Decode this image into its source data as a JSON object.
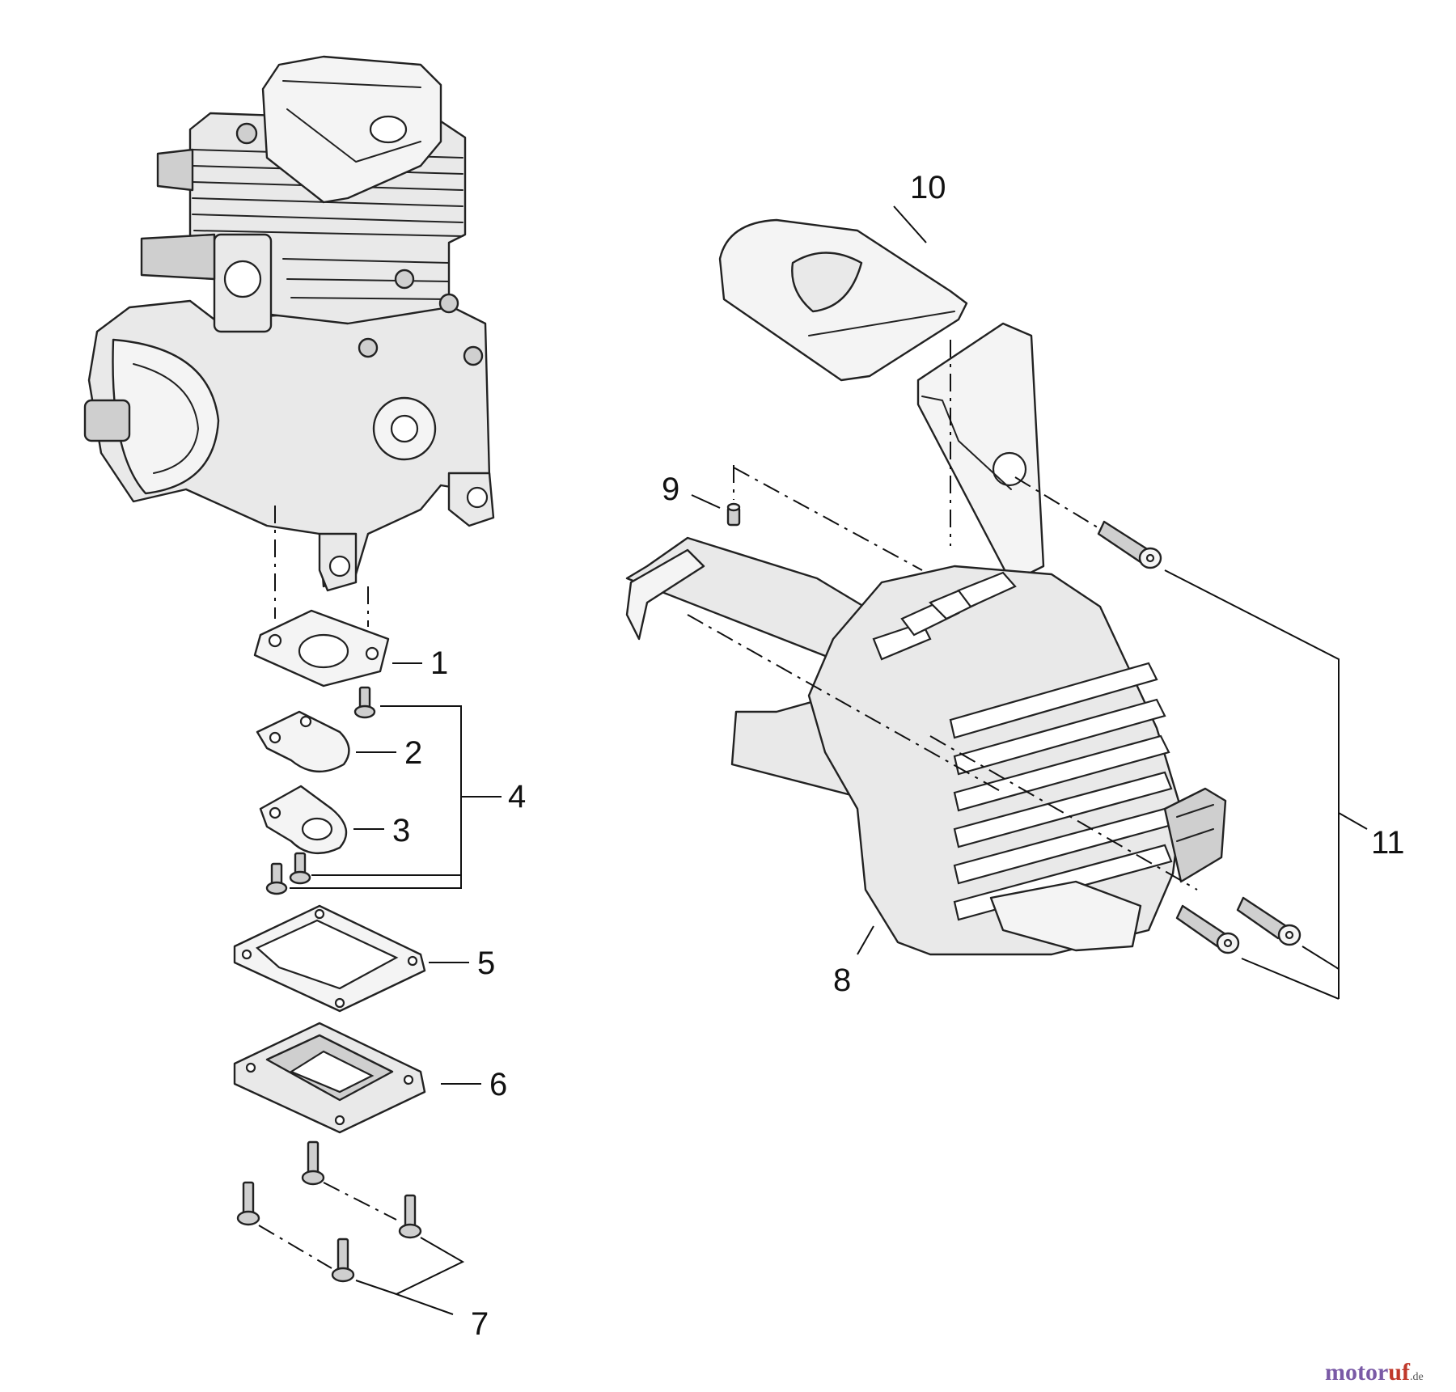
{
  "callouts": {
    "c1": "1",
    "c2": "2",
    "c3": "3",
    "c4": "4",
    "c5": "5",
    "c6": "6",
    "c7": "7",
    "c8": "8",
    "c9": "9",
    "c10": "10",
    "c11": "11"
  },
  "watermark": {
    "brand_a": "motor",
    "brand_b": "uf",
    "suffix": ".de"
  }
}
